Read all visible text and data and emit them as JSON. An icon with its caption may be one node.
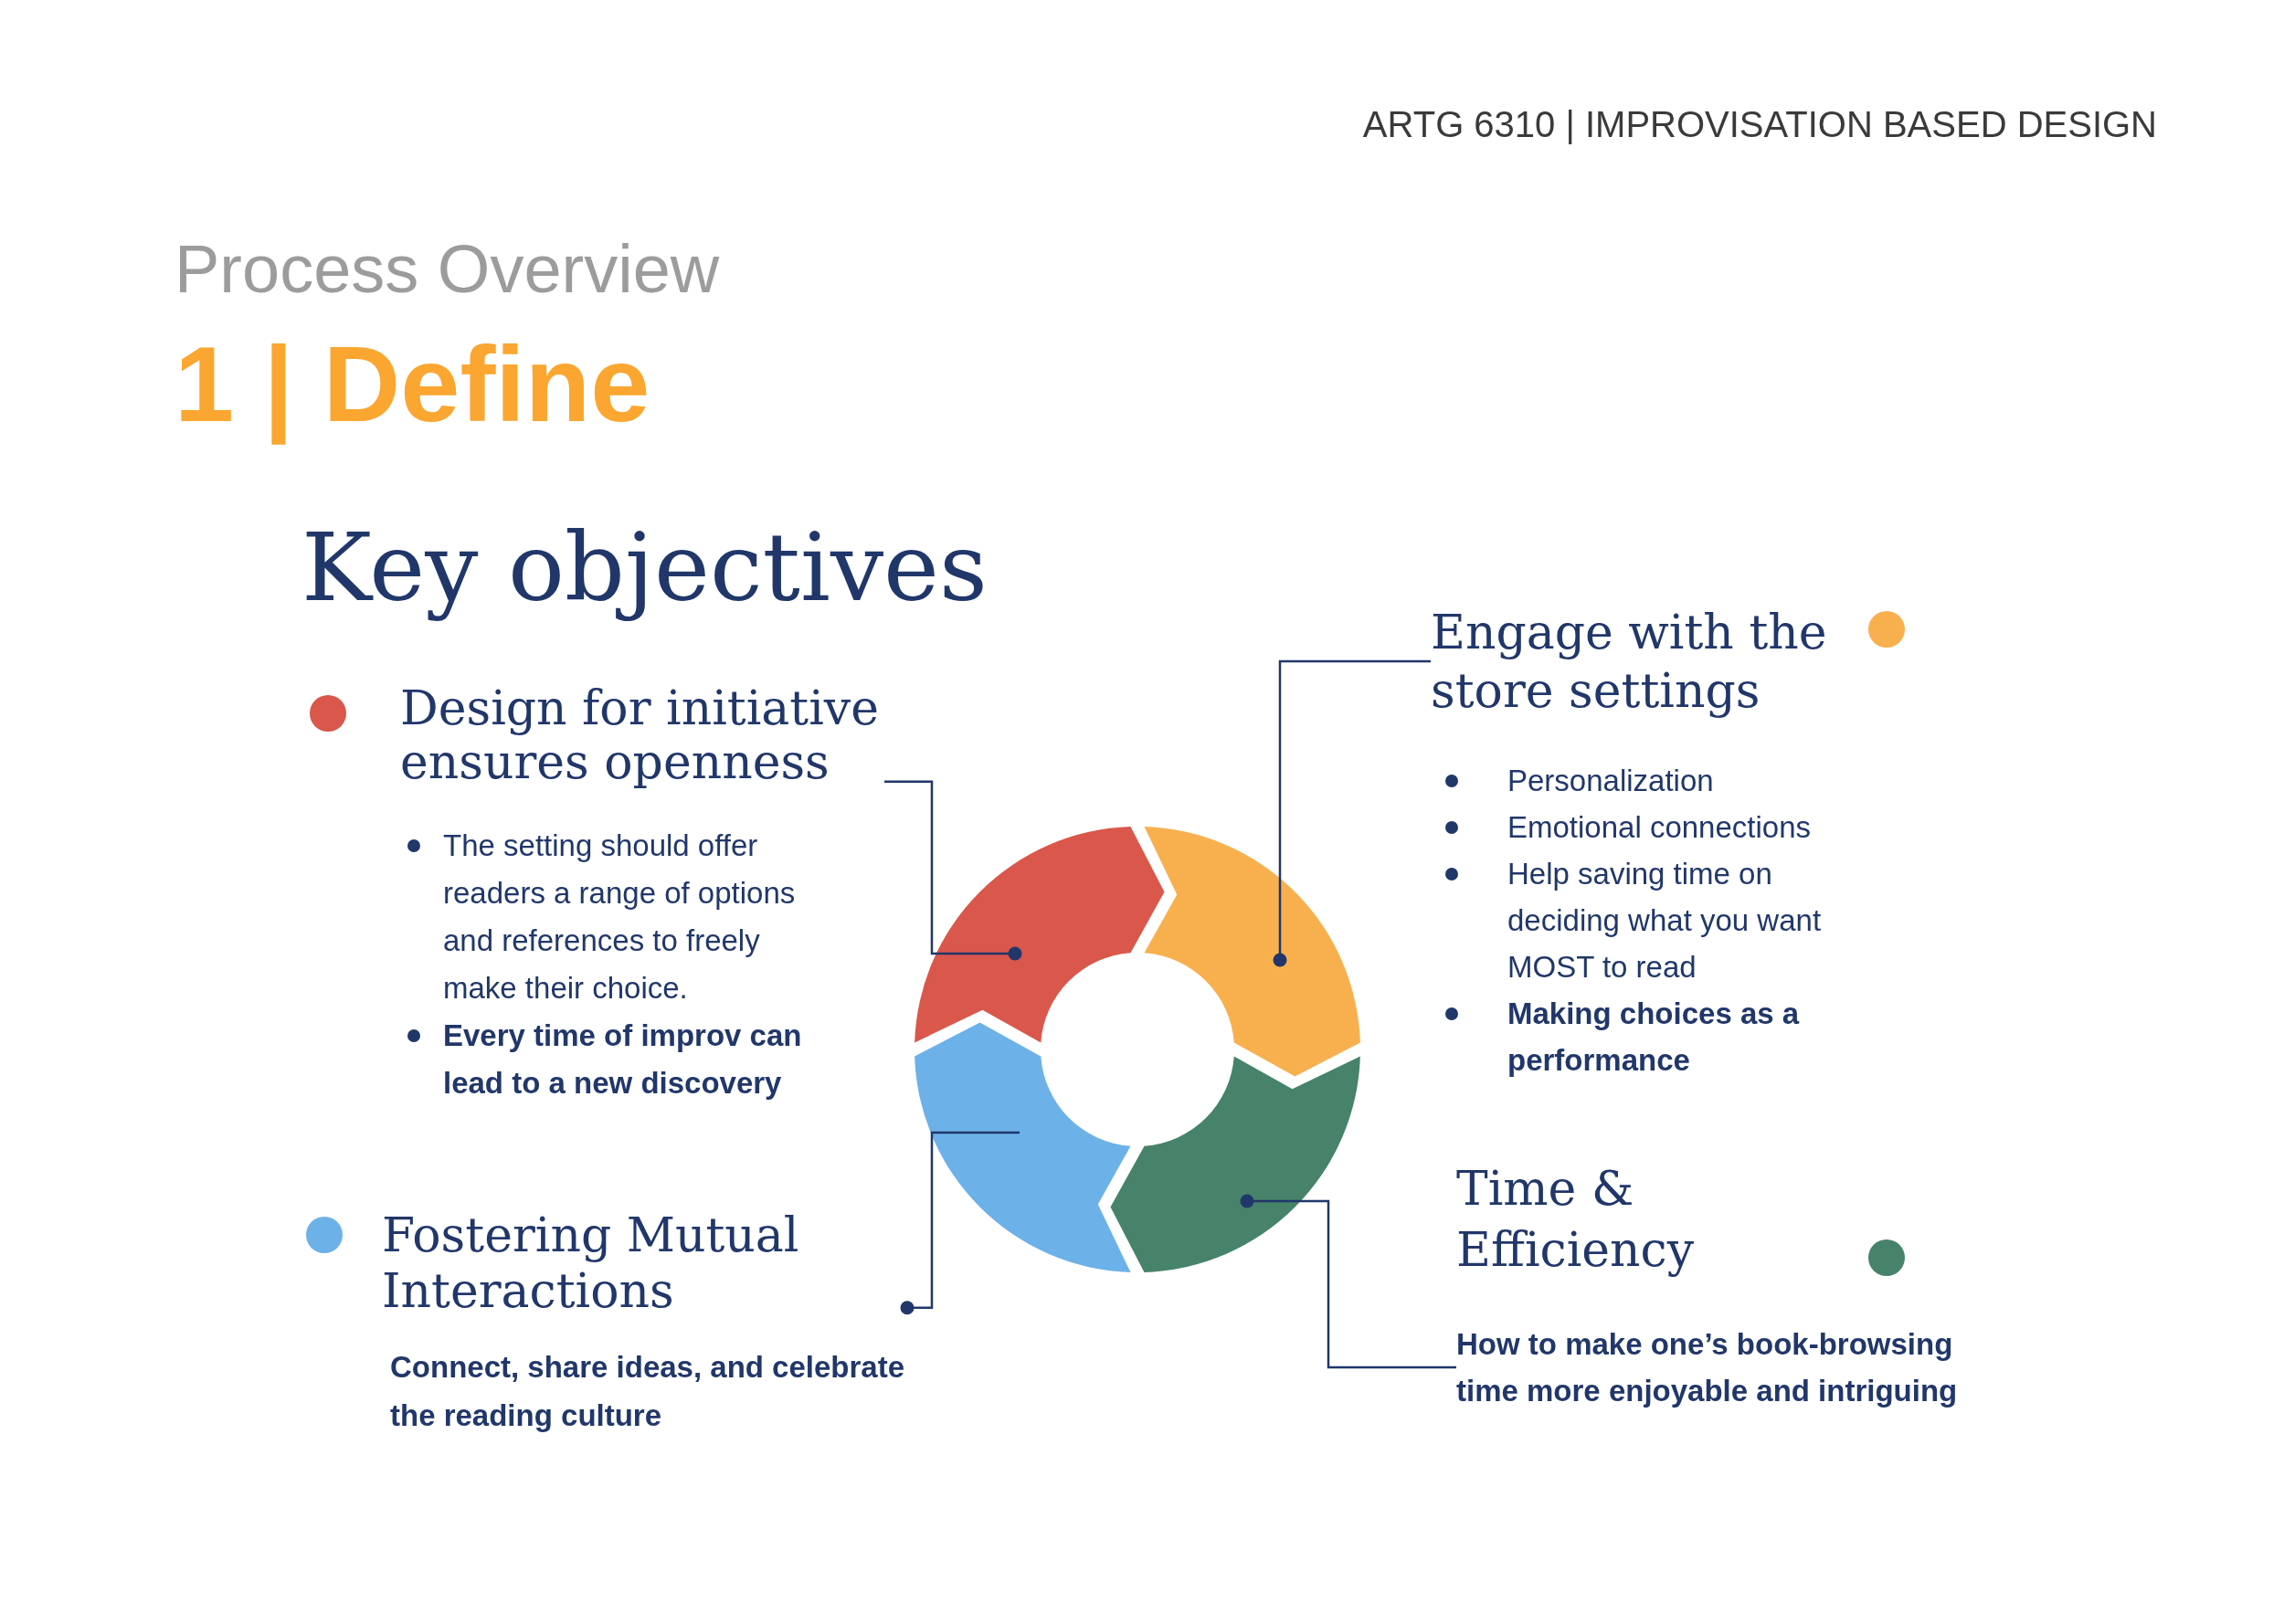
{
  "diagram": {
    "title": "Key objectives",
    "nodes": [
      {
        "text": [
          "Design for initiative ensures openness",
          "The setting should offer readers a range of options and references to freely make their choice.",
          "Every time of improv can lead to a new discovery"
        ]
      },
      {
        "text": [
          "Engage with the store settings",
          "Personalization",
          "Emotional connections",
          "Help saving time on deciding what you want MOST to read",
          "Making choices as a performance"
        ]
      },
      {
        "text": [
          "Fostering Mutual Interactions",
          "Connect, share ideas, and celebrate the reading culture"
        ]
      },
      {
        "text": [
          "Time & Efficiency",
          "How to make one’s book-browsing time more enjoyable and intriguing"
        ]
      },
      {
        "text": [],
        "shape": "arrow"
      },
      {
        "text": [],
        "shape": "arrow"
      },
      {
        "text": [],
        "shape": "arrow"
      },
      {
        "text": [],
        "shape": "arrow"
      }
    ],
    "edges": [
      {
        "from": 0,
        "to": 4,
        "arrow": "other"
      },
      {
        "from": 1,
        "to": 5,
        "arrow": "other"
      },
      {
        "from": 3,
        "to": 6,
        "arrow": "other"
      },
      {
        "from": 7,
        "to": 2,
        "arrow": "other"
      }
    ],
    "labels": [
      "ARTG 6310 | IMPROVISATION BASED DESIGN",
      "Process Overview",
      "1 | Define"
    ]
  }
}
